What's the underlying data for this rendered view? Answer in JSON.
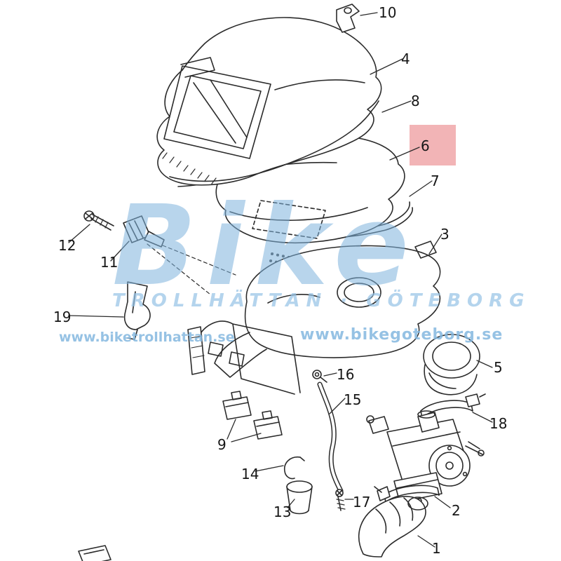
{
  "watermark": {
    "brand": "Bike",
    "cities": "TROLLHÄTTAN · GÖTEBORG",
    "url_left": "www.biketrollhattan.se",
    "url_right": "www.bikegoteborg.se",
    "color": "#9cc4e2"
  },
  "highlight": {
    "highlighted_part": "6",
    "color": "#f2b4b6"
  },
  "diagram": {
    "background": "#ffffff",
    "line_color": "#2b2b2b"
  },
  "callouts": [
    "1",
    "2",
    "3",
    "4",
    "5",
    "6",
    "7",
    "8",
    "9",
    "10",
    "11",
    "12",
    "13",
    "14",
    "15",
    "16",
    "17",
    "18",
    "19"
  ]
}
